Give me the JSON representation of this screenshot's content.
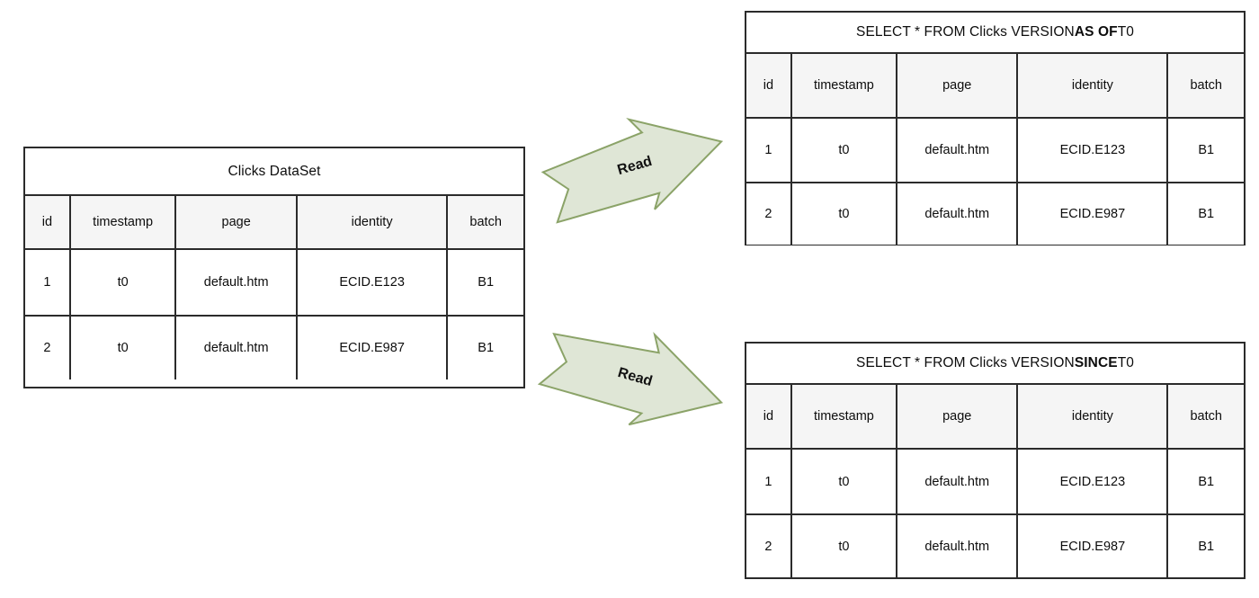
{
  "columns": [
    "id",
    "timestamp",
    "page",
    "identity",
    "batch"
  ],
  "source_table": {
    "title": "Clicks DataSet",
    "rows": [
      {
        "id": "1",
        "timestamp": "t0",
        "page": "default.htm",
        "identity": "ECID.E123",
        "batch": "B1"
      },
      {
        "id": "2",
        "timestamp": "t0",
        "page": "default.htm",
        "identity": "ECID.E987",
        "batch": "B1"
      }
    ]
  },
  "as_of_table": {
    "title_prefix": "SELECT * FROM Clicks VERSION ",
    "title_keyword": "AS OF",
    "title_suffix": " T0",
    "title_full": "SELECT * FROM Clicks VERSION AS OF T0",
    "rows": [
      {
        "id": "1",
        "timestamp": "t0",
        "page": "default.htm",
        "identity": "ECID.E123",
        "batch": "B1"
      },
      {
        "id": "2",
        "timestamp": "t0",
        "page": "default.htm",
        "identity": "ECID.E987",
        "batch": "B1"
      }
    ]
  },
  "since_table": {
    "title_prefix": "SELECT * FROM Clicks VERSION ",
    "title_keyword": "SINCE",
    "title_suffix": " T0",
    "title_full": "SELECT * FROM Clicks VERSION SINCE T0",
    "rows": [
      {
        "id": "1",
        "timestamp": "t0",
        "page": "default.htm",
        "identity": "ECID.E123",
        "batch": "B1"
      },
      {
        "id": "2",
        "timestamp": "t0",
        "page": "default.htm",
        "identity": "ECID.E987",
        "batch": "B1"
      }
    ]
  },
  "arrows": [
    {
      "label": "Read",
      "direction": "up-right"
    },
    {
      "label": "Read",
      "direction": "down-right"
    }
  ],
  "colors": {
    "arrow_fill": "#dfe6d6",
    "arrow_stroke": "#8ba368",
    "table_border": "#2b2b2b",
    "header_bg": "#f5f5f5",
    "cell_bg": "#ffffff",
    "text": "#0d0d0d"
  }
}
